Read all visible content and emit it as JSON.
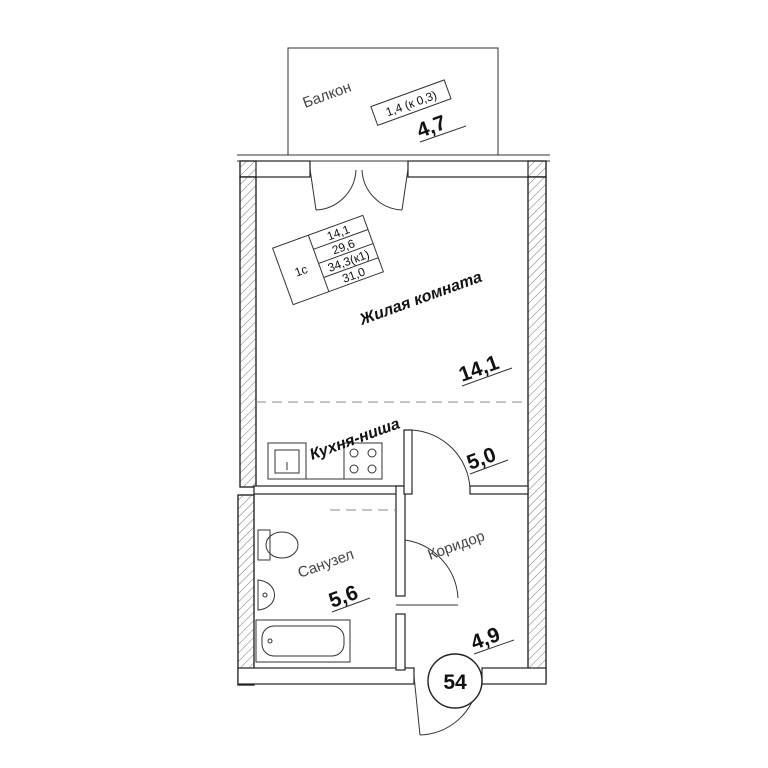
{
  "rooms": {
    "balcony": {
      "name": "Балкон",
      "area": "4,7",
      "coef": "1,4 (к 0,3)"
    },
    "living": {
      "name": "Жилая комната",
      "area": "14,1"
    },
    "kitchen": {
      "name": "Кухня-ниша",
      "area": "5,0"
    },
    "bathroom": {
      "name": "Санузел",
      "area": "5,6"
    },
    "corridor": {
      "name": "Коридор",
      "area": "4,9"
    }
  },
  "apartment": {
    "type": "1с",
    "areas": [
      "14,1",
      "29,6",
      "34,3(к1)",
      "31,0"
    ],
    "number": "54"
  }
}
